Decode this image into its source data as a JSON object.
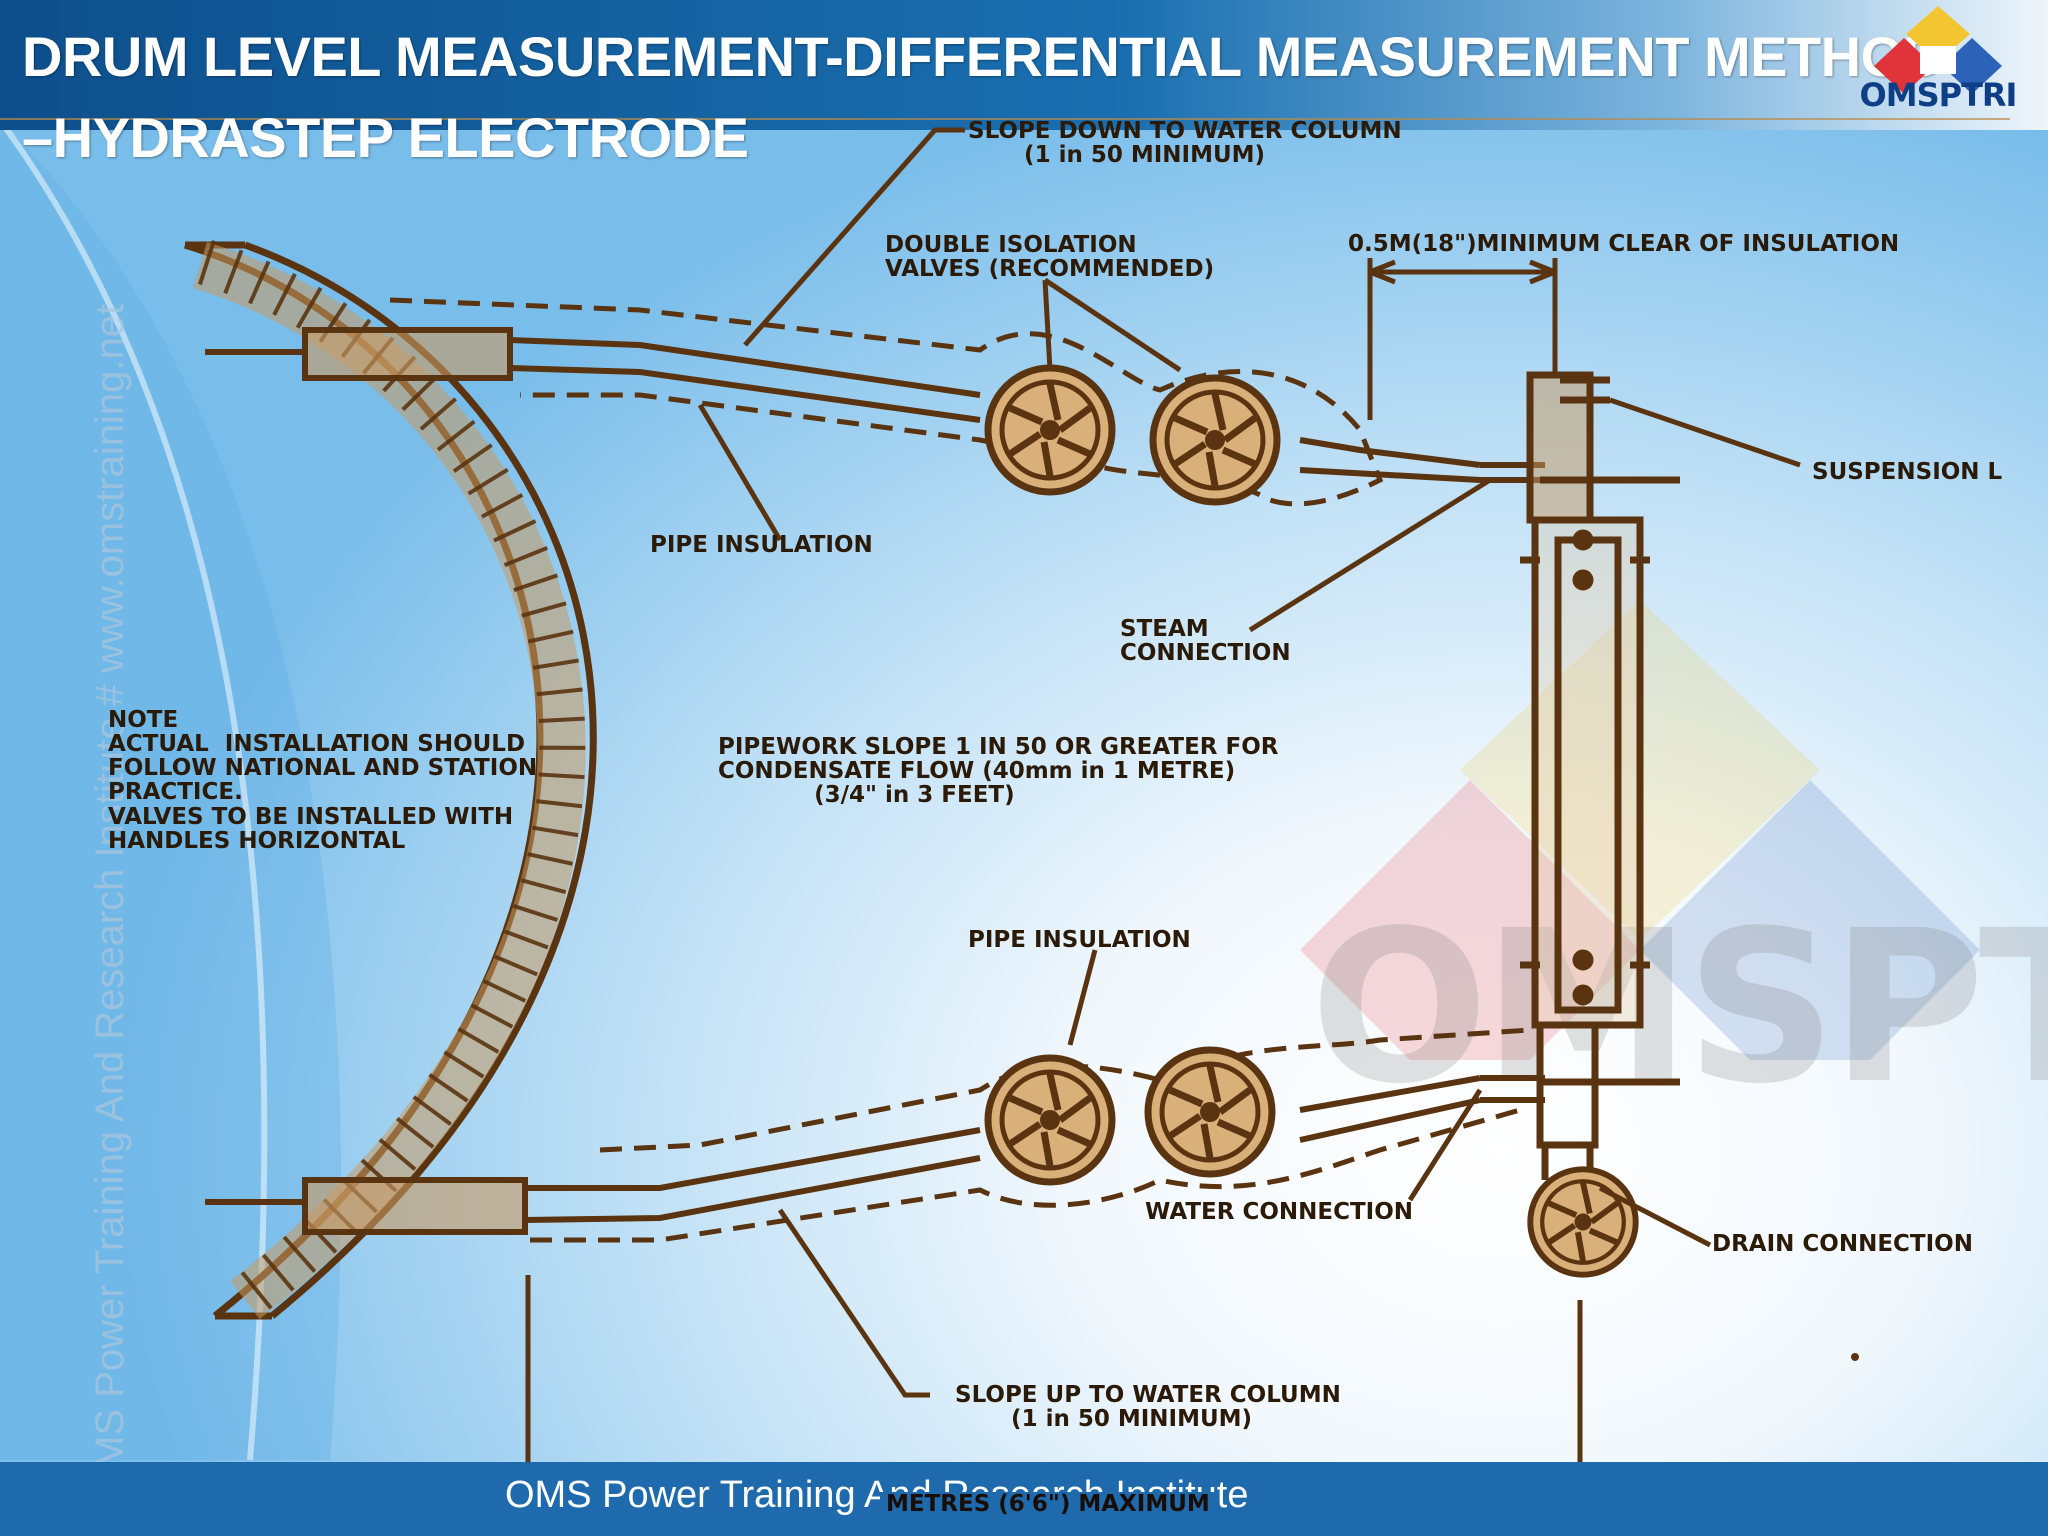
{
  "title": {
    "line1": "DRUM LEVEL MEASUREMENT-DIFFERENTIAL MEASUREMENT METHOD",
    "line2": "–HYDRASTEP ELECTRODE"
  },
  "logo": {
    "text": "OMSPTRI"
  },
  "watermarks": {
    "vertical": "OMS Power Training And Research Institute # www.omstraining.net",
    "center": "OMSPTRI"
  },
  "diagram_labels": {
    "slope_down": "SLOPE DOWN TO WATER COLUMN\n       (1 in 50 MINIMUM)",
    "double_isolation": "DOUBLE ISOLATION\nVALVES (RECOMMENDED)",
    "clearance": "0.5M(18\")MINIMUM CLEAR OF INSULATION",
    "suspension": "SUSPENSION L",
    "pipe_insulation_top": "PIPE INSULATION",
    "steam_connection": "STEAM\nCONNECTION",
    "note": "NOTE\nACTUAL  INSTALLATION SHOULD\nFOLLOW NATIONAL AND STATION\nPRACTICE.\nVALVES TO BE INSTALLED WITH\nHANDLES HORIZONTAL",
    "pipework_slope": "PIPEWORK SLOPE 1 IN 50 OR GREATER FOR\nCONDENSATE FLOW (40mm in 1 METRE)\n            (3/4\" in 3 FEET)",
    "pipe_insulation_bottom": "PIPE INSULATION",
    "water_connection": "WATER CONNECTION",
    "drain_connection": "DRAIN CONNECTION",
    "slope_up": "SLOPE UP TO WATER COLUMN\n       (1 in 50 MINIMUM)",
    "metres": "METRES (6'6\") MAXIMUM"
  },
  "footer": {
    "text": "OMS Power Training And Research Institute"
  },
  "colors": {
    "title_bar": "#1a6fb0",
    "footer_bar": "#1e6aad",
    "drawing_line": "#5a3410",
    "drawing_fill": "#c99a63"
  }
}
